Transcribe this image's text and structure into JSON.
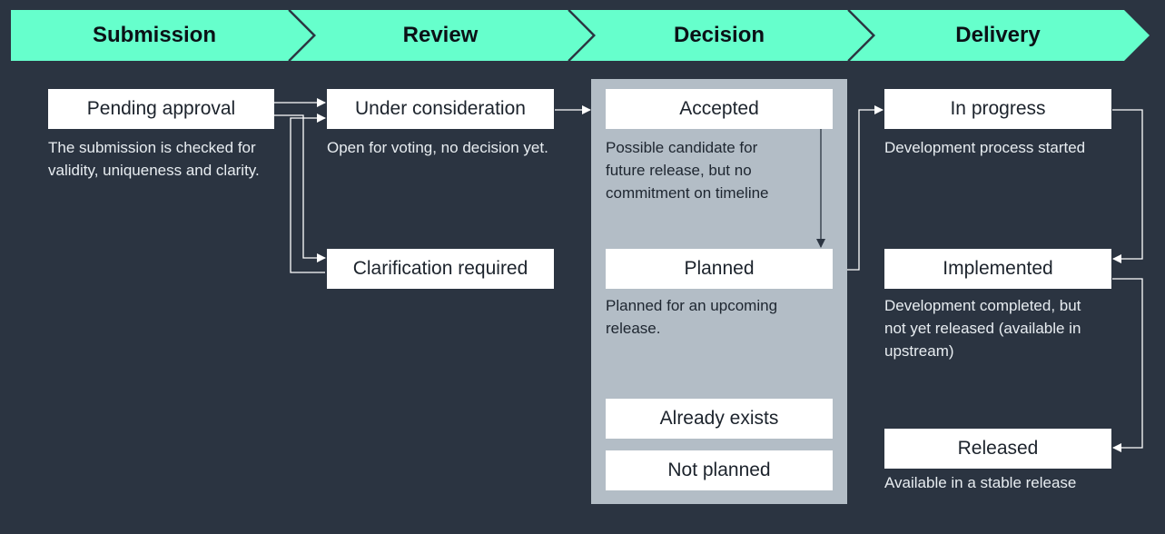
{
  "stages": [
    {
      "label": "Submission"
    },
    {
      "label": "Review"
    },
    {
      "label": "Decision"
    },
    {
      "label": "Delivery"
    }
  ],
  "submission": {
    "pending": {
      "label": "Pending approval",
      "desc": "The submission is checked for validity, uniqueness and clarity."
    }
  },
  "review": {
    "under": {
      "label": "Under consideration",
      "desc": "Open for voting, no decision yet."
    },
    "clarification": {
      "label": "Clarification required"
    }
  },
  "decision": {
    "accepted": {
      "label": "Accepted",
      "desc": "Possible candidate for future release, but no commitment on timeline"
    },
    "planned": {
      "label": "Planned",
      "desc": "Planned for an upcoming release."
    },
    "exists": {
      "label": "Already exists"
    },
    "not_planned": {
      "label": "Not planned"
    }
  },
  "delivery": {
    "in_progress": {
      "label": "In progress",
      "desc": "Development process started"
    },
    "implemented": {
      "label": "Implemented",
      "desc": "Development completed, but not yet released (available in upstream)"
    },
    "released": {
      "label": "Released",
      "desc": "Available in a stable release"
    }
  },
  "colors": {
    "header": "#66ffcc",
    "background": "#2b3441",
    "panel": "#b3bdc6",
    "connector": "#ffffff"
  }
}
